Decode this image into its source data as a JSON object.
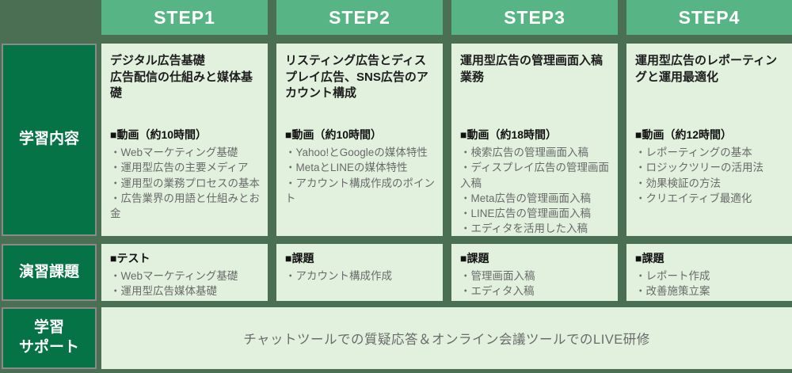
{
  "colors": {
    "bg": "#4b6f52",
    "header": "#57b585",
    "label": "#057345",
    "cell": "#e1f1de",
    "label_border": "#8a8a8a",
    "title_text": "#1d1d1d",
    "bullet_text": "#6a6a6a",
    "header_text": "#ffffff"
  },
  "row_labels": {
    "content": "学習内容",
    "exercise": "演習課題",
    "support": "学習\nサポート"
  },
  "columns": [
    {
      "header": "STEP1",
      "content": {
        "title": "デジタル広告基礎\n広告配信の仕組みと媒体基礎",
        "section_header": "■動画（約10時間）",
        "bullets": [
          "・Webマーケティング基礎",
          "・運用型広告の主要メディア",
          "・運用型の業務プロセスの基本",
          "・広告業界の用語と仕組みとお金"
        ]
      },
      "exercise": {
        "section_header": "■テスト",
        "bullets": [
          "・Webマーケティング基礎",
          "・運用型広告媒体基礎"
        ]
      }
    },
    {
      "header": "STEP2",
      "content": {
        "title": "リスティング広告とディスプレイ広告、SNS広告のアカウント構成",
        "section_header": "■動画（約10時間）",
        "bullets": [
          "・Yahoo!とGoogleの媒体特性",
          "・MetaとLINEの媒体特性",
          "・アカウント構成作成のポイント"
        ]
      },
      "exercise": {
        "section_header": "■課題",
        "bullets": [
          "・アカウント構成作成"
        ]
      }
    },
    {
      "header": "STEP3",
      "content": {
        "title": "運用型広告の管理画面入稿業務",
        "section_header": "■動画（約18時間）",
        "bullets": [
          "・検索広告の管理画面入稿",
          "・ディスプレイ広告の管理画面入稿",
          "・Meta広告の管理画面入稿",
          "・LINE広告の管理画面入稿",
          "・エディタを活用した入稿"
        ]
      },
      "exercise": {
        "section_header": "■課題",
        "bullets": [
          "・管理画面入稿",
          "・エディタ入稿"
        ]
      }
    },
    {
      "header": "STEP4",
      "content": {
        "title": "運用型広告のレポーティングと運用最適化",
        "section_header": "■動画（約12時間）",
        "bullets": [
          "・レポーティングの基本",
          "・ロジックツリーの活用法",
          "・効果検証の方法",
          "・クリエイティブ最適化"
        ]
      },
      "exercise": {
        "section_header": "■課題",
        "bullets": [
          "・レポート作成",
          "・改善施策立案"
        ]
      }
    }
  ],
  "support": {
    "text": "チャットツールでの質疑応答＆オンライン会議ツールでのLIVE研修"
  }
}
